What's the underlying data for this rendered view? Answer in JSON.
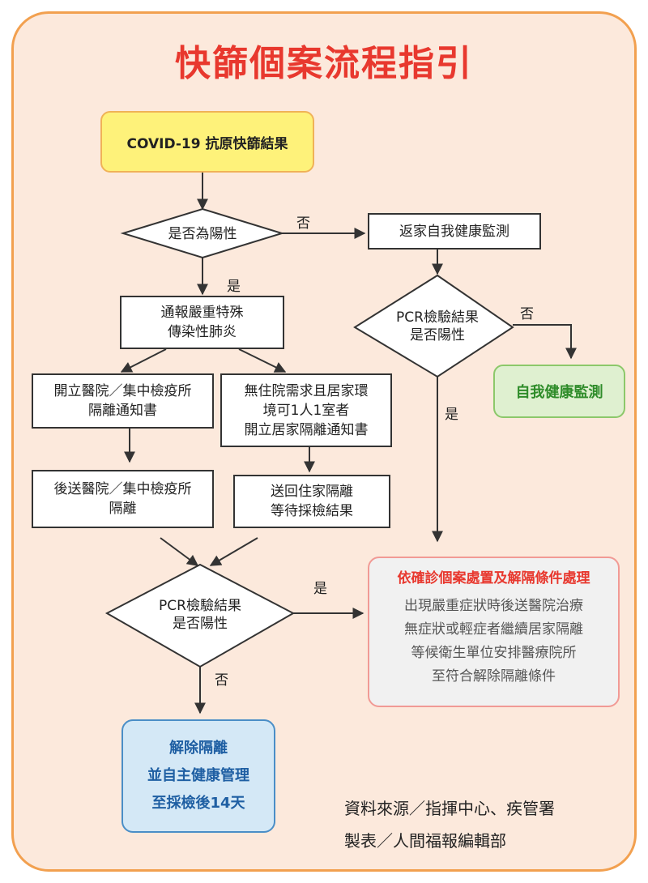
{
  "title": "快篩個案流程指引",
  "nodes": {
    "start": "COVID-19 抗原快篩結果",
    "positive_question": "是否為陽性",
    "home_monitor": "返家自我健康監測",
    "pcr_right": [
      "PCR檢驗結果",
      "是否陽性"
    ],
    "self_monitor": "自我健康監測",
    "report": [
      "通報嚴重特殊",
      "傳染性肺炎"
    ],
    "hospital_notice": [
      "開立醫院／集中檢疫所",
      "隔離通知書"
    ],
    "home_notice": [
      "無住院需求且居家環",
      "境可1人1室者",
      "開立居家隔離通知書"
    ],
    "send_hospital": [
      "後送醫院／集中檢疫所",
      "隔離"
    ],
    "send_home": [
      "送回住家隔離",
      "等待採檢結果"
    ],
    "pcr_left": [
      "PCR檢驗結果",
      "是否陽性"
    ],
    "confirmed_title": "依確診個案處置及解隔條件處理",
    "confirmed_lines": [
      "出現嚴重症狀時後送醫院治療",
      "無症狀或輕症者繼續居家隔離",
      "等候衛生單位安排醫療院所",
      "至符合解除隔離條件"
    ],
    "release": [
      "解除隔離",
      "並自主健康管理",
      "至採檢後14天"
    ]
  },
  "edge_labels": {
    "no_top": "否",
    "yes_top": "是",
    "no_right": "否",
    "yes_right": "是",
    "yes_left": "是",
    "no_left": "否"
  },
  "source": [
    "資料來源／指揮中心、疾管署",
    "製表／人間福報編輯部"
  ],
  "colors": {
    "title": "#e8382e",
    "frame_border": "#f2a04f",
    "background": "#fce9dc",
    "start_fill": "#fef27a",
    "green_text": "#2f8c2a",
    "blue_text": "#1f5fa3",
    "pink_border": "#f19a95"
  }
}
